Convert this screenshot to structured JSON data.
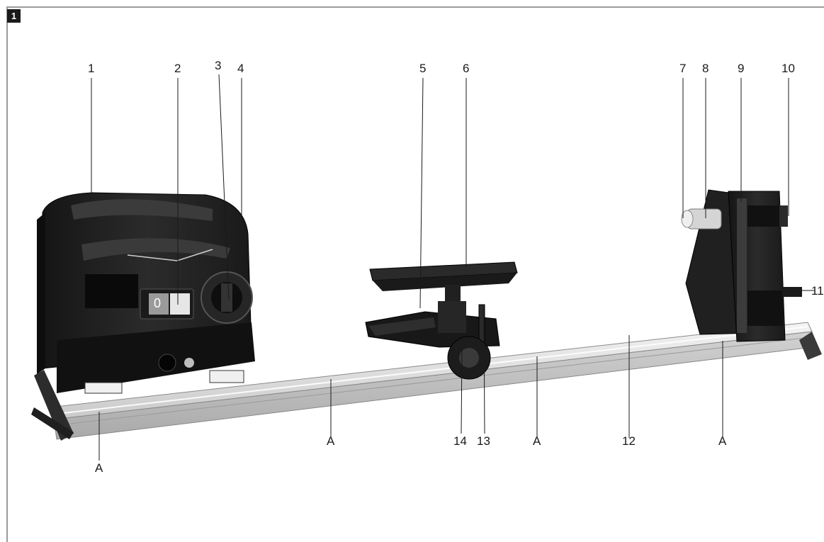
{
  "figure": {
    "number": "1"
  },
  "callouts": {
    "c1": "1",
    "c2": "2",
    "c3": "3",
    "c4": "4",
    "c5": "5",
    "c6": "6",
    "c7": "7",
    "c8": "8",
    "c9": "9",
    "c10": "10",
    "c11": "11",
    "c12": "12",
    "c13": "13",
    "c14": "14",
    "a1": "A",
    "a2": "A",
    "a3": "A",
    "a4": "A"
  },
  "display": {
    "digit": "0"
  }
}
